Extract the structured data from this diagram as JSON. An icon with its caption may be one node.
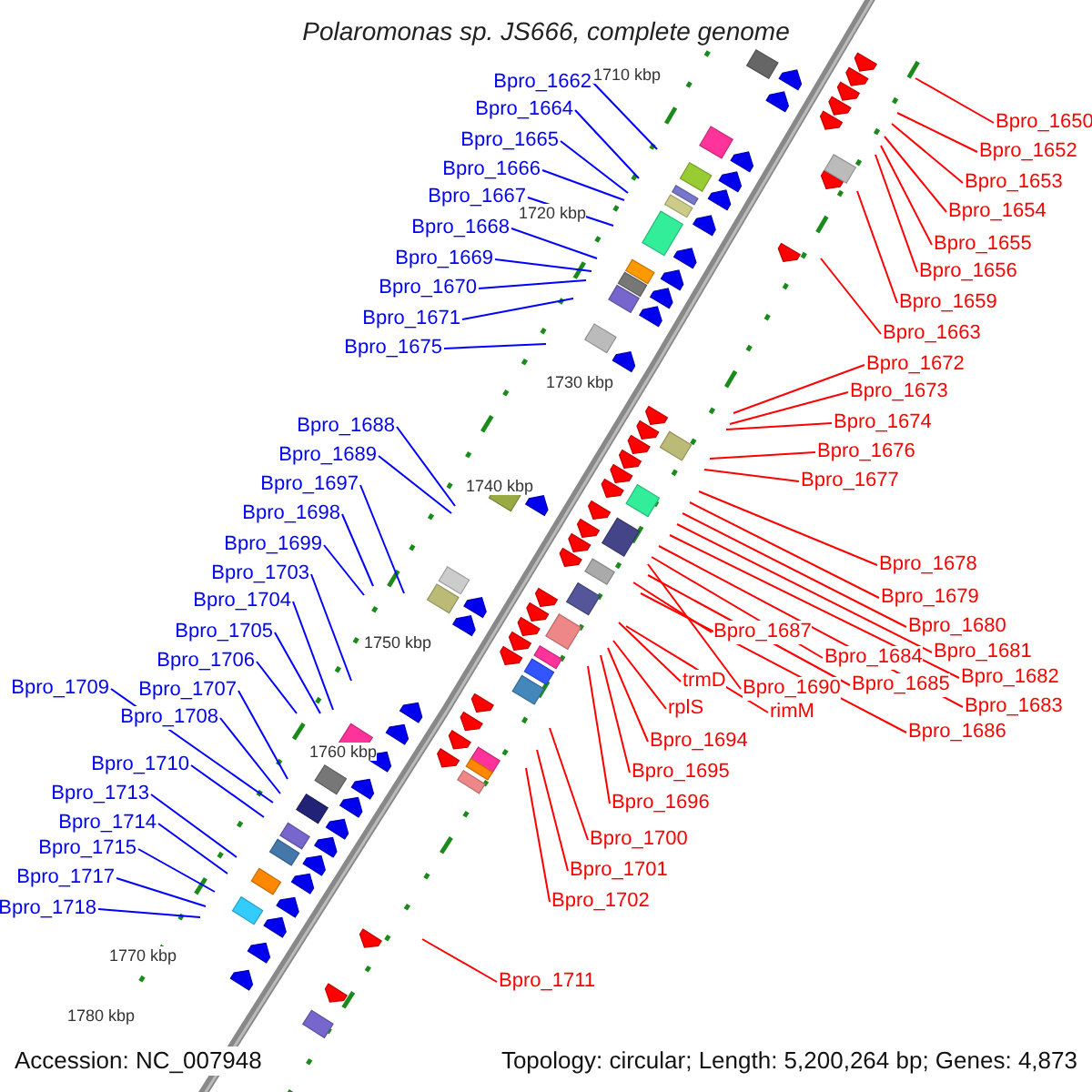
{
  "diagram": {
    "title": "Polaromonas sp. JS666, complete genome",
    "nodes": [
      {
        "text": [
          "Bpro_1662"
        ]
      },
      {
        "text": [
          "Bpro_1664"
        ]
      },
      {
        "text": [
          "Bpro_1665"
        ]
      },
      {
        "text": [
          "Bpro_1666"
        ]
      },
      {
        "text": [
          "Bpro_1667"
        ]
      },
      {
        "text": [
          "Bpro_1668"
        ]
      },
      {
        "text": [
          "Bpro_1669"
        ]
      },
      {
        "text": [
          "Bpro_1670"
        ]
      },
      {
        "text": [
          "Bpro_1671"
        ]
      },
      {
        "text": [
          "Bpro_1675"
        ]
      },
      {
        "text": [
          "Bpro_1688"
        ]
      },
      {
        "text": [
          "Bpro_1689"
        ]
      },
      {
        "text": [
          "Bpro_1697"
        ]
      },
      {
        "text": [
          "Bpro_1698"
        ]
      },
      {
        "text": [
          "Bpro_1699"
        ]
      },
      {
        "text": [
          "Bpro_1703"
        ]
      },
      {
        "text": [
          "Bpro_1704"
        ]
      },
      {
        "text": [
          "Bpro_1705"
        ]
      },
      {
        "text": [
          "Bpro_1706"
        ]
      },
      {
        "text": [
          "Bpro_1709"
        ]
      },
      {
        "text": [
          "Bpro_1707"
        ]
      },
      {
        "text": [
          "Bpro_1708"
        ]
      },
      {
        "text": [
          "Bpro_1710"
        ]
      },
      {
        "text": [
          "Bpro_1713"
        ]
      },
      {
        "text": [
          "Bpro_1714"
        ]
      },
      {
        "text": [
          "Bpro_1715"
        ]
      },
      {
        "text": [
          "Bpro_1717"
        ]
      },
      {
        "text": [
          "Bpro_1718"
        ]
      },
      {
        "text": [
          "Bpro_1650"
        ]
      },
      {
        "text": [
          "Bpro_1652"
        ]
      },
      {
        "text": [
          "Bpro_1653"
        ]
      },
      {
        "text": [
          "Bpro_1654"
        ]
      },
      {
        "text": [
          "Bpro_1655"
        ]
      },
      {
        "text": [
          "Bpro_1656"
        ]
      },
      {
        "text": [
          "Bpro_1659"
        ]
      },
      {
        "text": [
          "Bpro_1663"
        ]
      },
      {
        "text": [
          "Bpro_1672"
        ]
      },
      {
        "text": [
          "Bpro_1673"
        ]
      },
      {
        "text": [
          "Bpro_1674"
        ]
      },
      {
        "text": [
          "Bpro_1676"
        ]
      },
      {
        "text": [
          "Bpro_1677"
        ]
      },
      {
        "text": [
          "Bpro_1678"
        ]
      },
      {
        "text": [
          "Bpro_1679"
        ]
      },
      {
        "text": [
          "Bpro_1680"
        ]
      },
      {
        "text": [
          "Bpro_1687"
        ]
      },
      {
        "text": [
          "Bpro_1681"
        ]
      },
      {
        "text": [
          "Bpro_1684"
        ]
      },
      {
        "text": [
          "Bpro_1682"
        ]
      },
      {
        "text": [
          "trmD"
        ]
      },
      {
        "text": [
          "Bpro_1690"
        ]
      },
      {
        "text": [
          "Bpro_1685"
        ]
      },
      {
        "text": [
          "Bpro_1683"
        ]
      },
      {
        "text": [
          "rplS"
        ]
      },
      {
        "text": [
          "rimM"
        ]
      },
      {
        "text": [
          "Bpro_1686"
        ]
      },
      {
        "text": [
          "Bpro_1694"
        ]
      },
      {
        "text": [
          "Bpro_1695"
        ]
      },
      {
        "text": [
          "Bpro_1696"
        ]
      },
      {
        "text": [
          "Bpro_1700"
        ]
      },
      {
        "text": [
          "Bpro_1701"
        ]
      },
      {
        "text": [
          "Bpro_1702"
        ]
      },
      {
        "text": [
          "Bpro_1711"
        ]
      }
    ],
    "edges": [
      {
        "from": 0,
        "to": null,
        "arrow": "none",
        "color": "#0000ff"
      },
      {
        "from": 1,
        "to": null,
        "arrow": "none",
        "color": "#0000ff"
      },
      {
        "from": 2,
        "to": null,
        "arrow": "none",
        "color": "#0000ff"
      },
      {
        "from": 3,
        "to": null,
        "arrow": "none",
        "color": "#0000ff"
      },
      {
        "from": 4,
        "to": null,
        "arrow": "none",
        "color": "#0000ff"
      },
      {
        "from": 5,
        "to": null,
        "arrow": "none",
        "color": "#0000ff"
      },
      {
        "from": 6,
        "to": null,
        "arrow": "none",
        "color": "#0000ff"
      },
      {
        "from": 7,
        "to": null,
        "arrow": "none",
        "color": "#0000ff"
      },
      {
        "from": 8,
        "to": null,
        "arrow": "none",
        "color": "#0000ff"
      },
      {
        "from": 9,
        "to": null,
        "arrow": "none",
        "color": "#0000ff"
      },
      {
        "from": 10,
        "to": null,
        "arrow": "none",
        "color": "#0000ff"
      },
      {
        "from": 11,
        "to": null,
        "arrow": "none",
        "color": "#0000ff"
      },
      {
        "from": 12,
        "to": null,
        "arrow": "none",
        "color": "#0000ff"
      },
      {
        "from": 13,
        "to": null,
        "arrow": "none",
        "color": "#0000ff"
      },
      {
        "from": 14,
        "to": null,
        "arrow": "none",
        "color": "#0000ff"
      },
      {
        "from": 15,
        "to": null,
        "arrow": "none",
        "color": "#0000ff"
      },
      {
        "from": 16,
        "to": null,
        "arrow": "none",
        "color": "#0000ff"
      },
      {
        "from": 17,
        "to": null,
        "arrow": "none",
        "color": "#0000ff"
      },
      {
        "from": 18,
        "to": null,
        "arrow": "none",
        "color": "#0000ff"
      },
      {
        "from": 19,
        "to": null,
        "arrow": "none",
        "color": "#0000ff"
      },
      {
        "from": 20,
        "to": null,
        "arrow": "none",
        "color": "#0000ff"
      },
      {
        "from": 21,
        "to": null,
        "arrow": "none",
        "color": "#0000ff"
      },
      {
        "from": 22,
        "to": null,
        "arrow": "none",
        "color": "#0000ff"
      },
      {
        "from": 23,
        "to": null,
        "arrow": "none",
        "color": "#0000ff"
      },
      {
        "from": 24,
        "to": null,
        "arrow": "none",
        "color": "#0000ff"
      },
      {
        "from": 25,
        "to": null,
        "arrow": "none",
        "color": "#0000ff"
      },
      {
        "from": 26,
        "to": null,
        "arrow": "none",
        "color": "#0000ff"
      },
      {
        "from": 27,
        "to": null,
        "arrow": "none",
        "color": "#0000ff"
      },
      {
        "from": 28,
        "to": null,
        "arrow": "none"
      },
      {
        "from": 29,
        "to": null,
        "arrow": "none"
      },
      {
        "from": 30,
        "to": null,
        "arrow": "none"
      },
      {
        "from": 31,
        "to": null,
        "arrow": "none"
      },
      {
        "from": 32,
        "to": null,
        "arrow": "none"
      },
      {
        "from": 33,
        "to": null,
        "arrow": "none"
      },
      {
        "from": 34,
        "to": null,
        "arrow": "none"
      },
      {
        "from": 35,
        "to": null,
        "arrow": "none"
      },
      {
        "from": 36,
        "to": null,
        "arrow": "none"
      },
      {
        "from": 37,
        "to": null,
        "arrow": "none"
      },
      {
        "from": 38,
        "to": null,
        "arrow": "none"
      },
      {
        "from": 39,
        "to": null,
        "arrow": "none"
      },
      {
        "from": 40,
        "to": null,
        "arrow": "none"
      },
      {
        "from": 41,
        "to": null,
        "arrow": "none"
      },
      {
        "from": 42,
        "to": null,
        "arrow": "none"
      },
      {
        "from": 43,
        "to": null,
        "arrow": "none"
      },
      {
        "from": 44,
        "to": null,
        "arrow": "none"
      },
      {
        "from": 45,
        "to": null,
        "arrow": "none"
      },
      {
        "from": 46,
        "to": null,
        "arrow": "none"
      },
      {
        "from": 47,
        "to": null,
        "arrow": "none"
      },
      {
        "from": 48,
        "to": null,
        "arrow": "none"
      },
      {
        "from": 49,
        "to": null,
        "arrow": "none"
      },
      {
        "from": 50,
        "to": null,
        "arrow": "none"
      },
      {
        "from": 51,
        "to": null,
        "arrow": "none"
      },
      {
        "from": 52,
        "to": null,
        "arrow": "none"
      },
      {
        "from": 53,
        "to": null,
        "arrow": "none"
      },
      {
        "from": 54,
        "to": null,
        "arrow": "none"
      },
      {
        "from": 55,
        "to": null,
        "arrow": "none"
      },
      {
        "from": 56,
        "to": null,
        "arrow": "none"
      },
      {
        "from": 57,
        "to": null,
        "arrow": "none"
      },
      {
        "from": 58,
        "to": null,
        "arrow": "none"
      },
      {
        "from": 59,
        "to": null,
        "arrow": "none"
      },
      {
        "from": 60,
        "to": null,
        "arrow": "none"
      },
      {
        "from": 61,
        "to": null,
        "arrow": "none"
      }
    ],
    "labels": [
      "1710 kbp",
      "1720 kbp",
      "1730 kbp",
      "1740 kbp",
      "1750 kbp",
      "1760 kbp",
      "1770 kbp",
      "1780 kbp",
      "Accession: NC_007948",
      "Topology: circular; Length: 5,200,264 bp; Genes: 4,873"
    ]
  }
}
